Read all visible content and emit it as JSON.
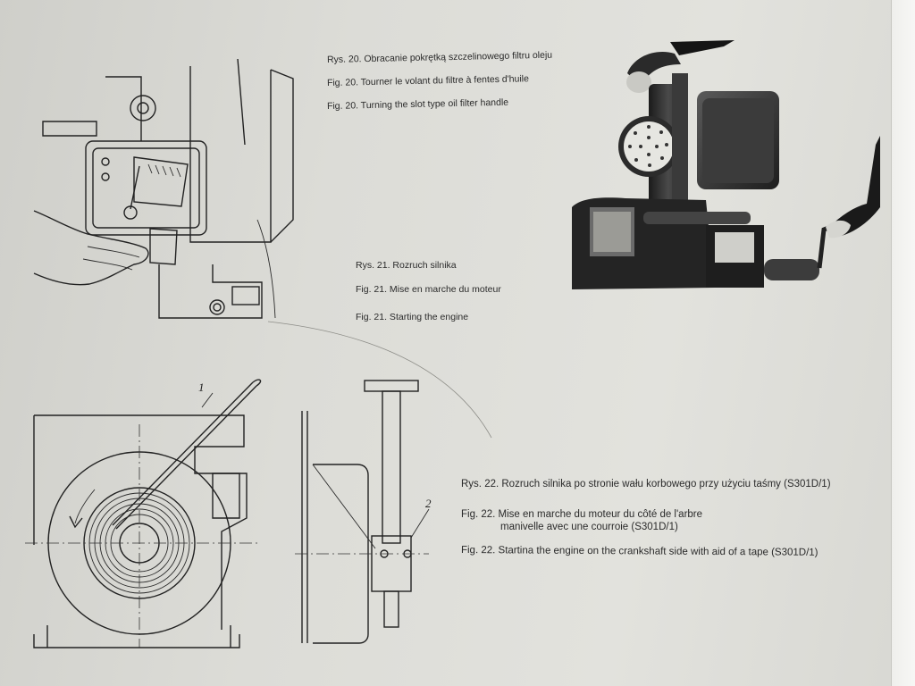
{
  "fig20": {
    "pl": "Rys. 20. Obracanie pokrętką szczelinowego filtru oleju",
    "fr": "Fig. 20. Tourner le volant du filtre à fentes d'huile",
    "en": "Fig. 20. Turning the slot type oil filter handle"
  },
  "fig21": {
    "pl": "Rys. 21. Rozruch silnika",
    "fr": "Fig. 21. Mise en marche du moteur",
    "en": "Fig. 21. Starting the engine"
  },
  "fig22": {
    "pl": "Rys. 22.  Rozruch silnika po stronie wału korbowego przy użyciu taśmy (S301D/1)",
    "fr_line1": "Fig. 22. Mise en marche du moteur du côté de l'arbre",
    "fr_line2": "manivelle avec une courroie (S301D/1)",
    "en": "Fig. 22. Startina the engine on the crankshaft  side with aid of a tape (S301D/1)"
  },
  "callouts": {
    "one": "1",
    "two": "2"
  }
}
